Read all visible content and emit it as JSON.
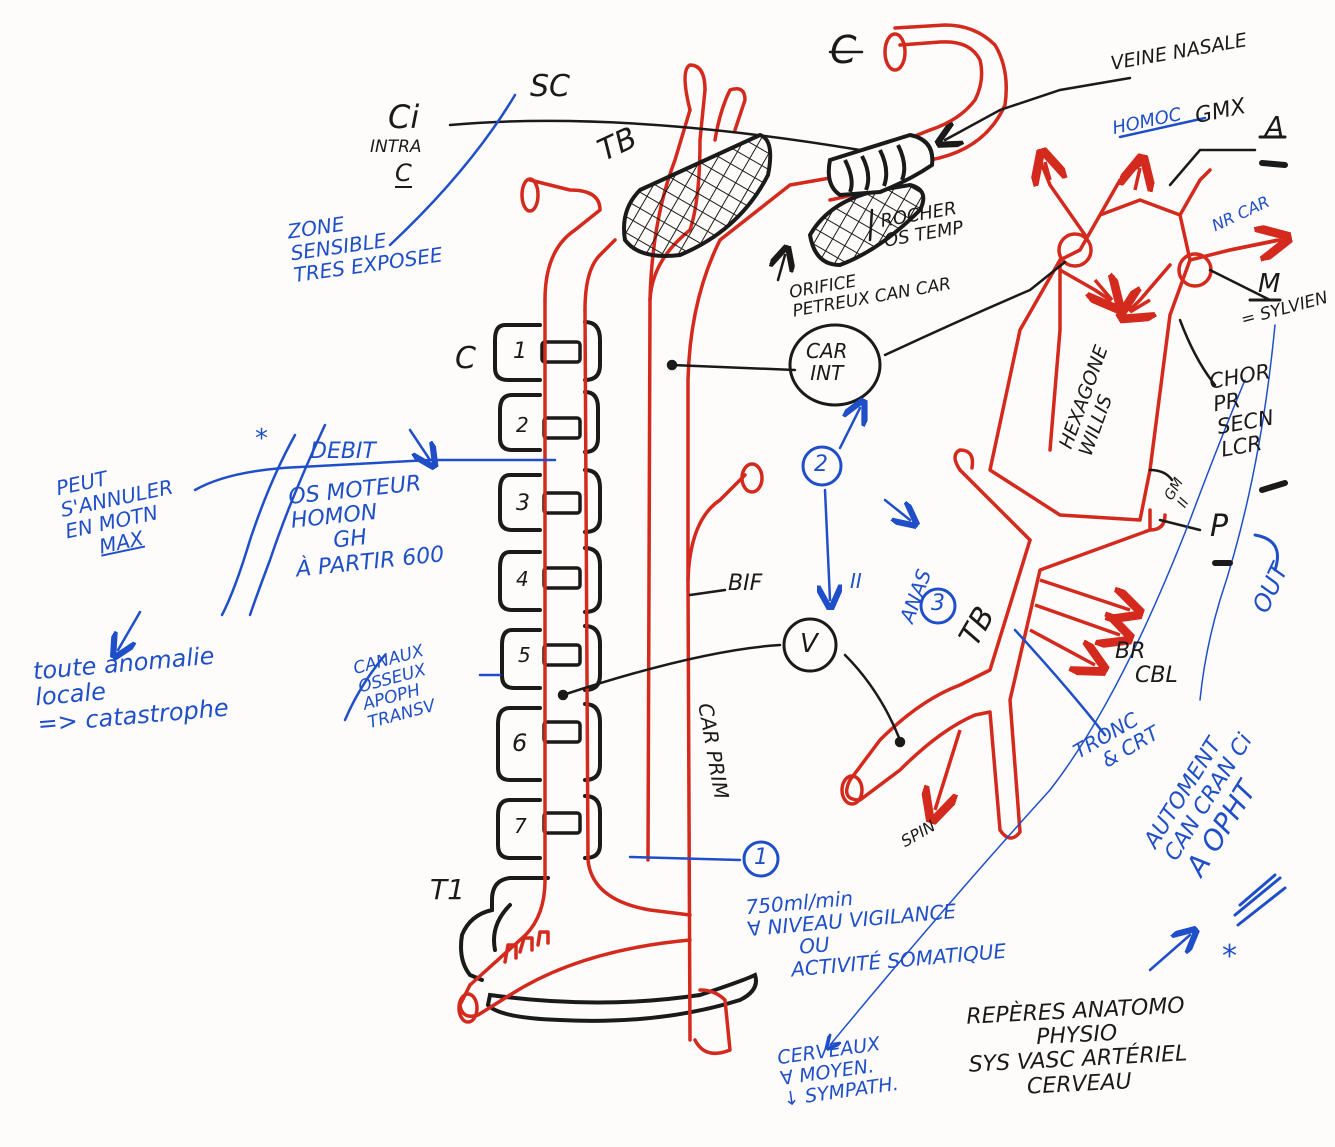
{
  "colors": {
    "artery": "#d42a1e",
    "ink": "#1a1a1a",
    "blue": "#1f4fc8",
    "paper": "#fdfcfa"
  },
  "labels": {
    "sc": "SC",
    "ci": "Ci",
    "intra": "INTRA",
    "c_bar": "C",
    "c_top": "C",
    "tb_left": "TB",
    "zone": [
      "ZONE",
      "SENSIBLE",
      "TRES EXPOSEE"
    ],
    "veine_nasale": "VEINE NASALE",
    "homoc": "HOMOC",
    "gmx": "GMX",
    "a": "A",
    "nr_car": "NR CAR",
    "rocher": [
      "ROCHER",
      "OS TEMP"
    ],
    "orifice": [
      "ORIFICE",
      "PETREUX CAN CAR"
    ],
    "m": "M",
    "sylvien": "= SYLVIEN",
    "car_int": [
      "CAR",
      "INT"
    ],
    "hexagone": [
      "HEXAGONE",
      "WILLIS"
    ],
    "chor": [
      "CHOR",
      "PR",
      "SECN",
      "LCR"
    ],
    "c_left": "C",
    "num1": "1",
    "num2": "2",
    "num3": "3",
    "vert_numbers": [
      "1",
      "2",
      "3",
      "4",
      "5",
      "6",
      "7"
    ],
    "debit": "DEBIT",
    "os_moteur": [
      "OS MOTEUR",
      "HOMON",
      "GH",
      "À PARTIR 600"
    ],
    "peut": [
      "PEUT",
      "S'ANNULER",
      "EN MOTN",
      "MAX"
    ],
    "toute": [
      "toute anomalie",
      "locale",
      "=> catastrophe"
    ],
    "canaux": [
      "CANAUX",
      "OSSEUX",
      "APOPH",
      "TRANSV"
    ],
    "bif": "BIF",
    "v": "V",
    "car_prim": "CAR PRIM",
    "two_arrow_text": "II",
    "anas": "ANAS",
    "tb_right": "TB",
    "gm_ii": [
      "GM",
      "II"
    ],
    "p": "P",
    "out": "OUT",
    "br_cbl": [
      "BR",
      "CBL"
    ],
    "tronc": [
      "TRONC",
      "& CRT"
    ],
    "augment": [
      "AUTOMENT",
      "CAN CRAN Ci",
      "A OPHT"
    ],
    "spin": "SPIN",
    "t1": "T1",
    "note1": [
      "750ml/min",
      "∀ NIVEAU VIGILANCE",
      "OU",
      "ACTIVITÉ SOMATIQUE"
    ],
    "cerveaux": [
      "CERVEAUX",
      "∀ MOYEN.",
      "↓ SYMPATH."
    ],
    "title": [
      "REPÈRES ANATOMO",
      "PHYSIO",
      "SYS VASC ARTÉRIEL",
      "CERVEAU"
    ],
    "star": "*"
  }
}
